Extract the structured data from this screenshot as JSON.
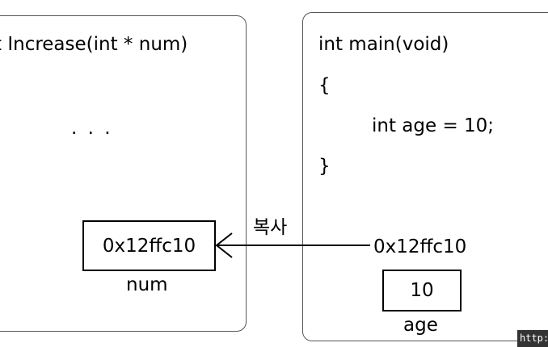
{
  "increase_function": {
    "signature": "t Increase(int * num)",
    "ellipsis": ". . .",
    "param_value": "0x12ffc10",
    "param_label": "num"
  },
  "main_function": {
    "signature": "int main(void)",
    "open_brace": "{",
    "declaration": "int age = 10;",
    "close_brace": "}",
    "address": "0x12ffc10",
    "var_value": "10",
    "var_label": "age"
  },
  "arrow_label": "복사",
  "watermark": "http://"
}
